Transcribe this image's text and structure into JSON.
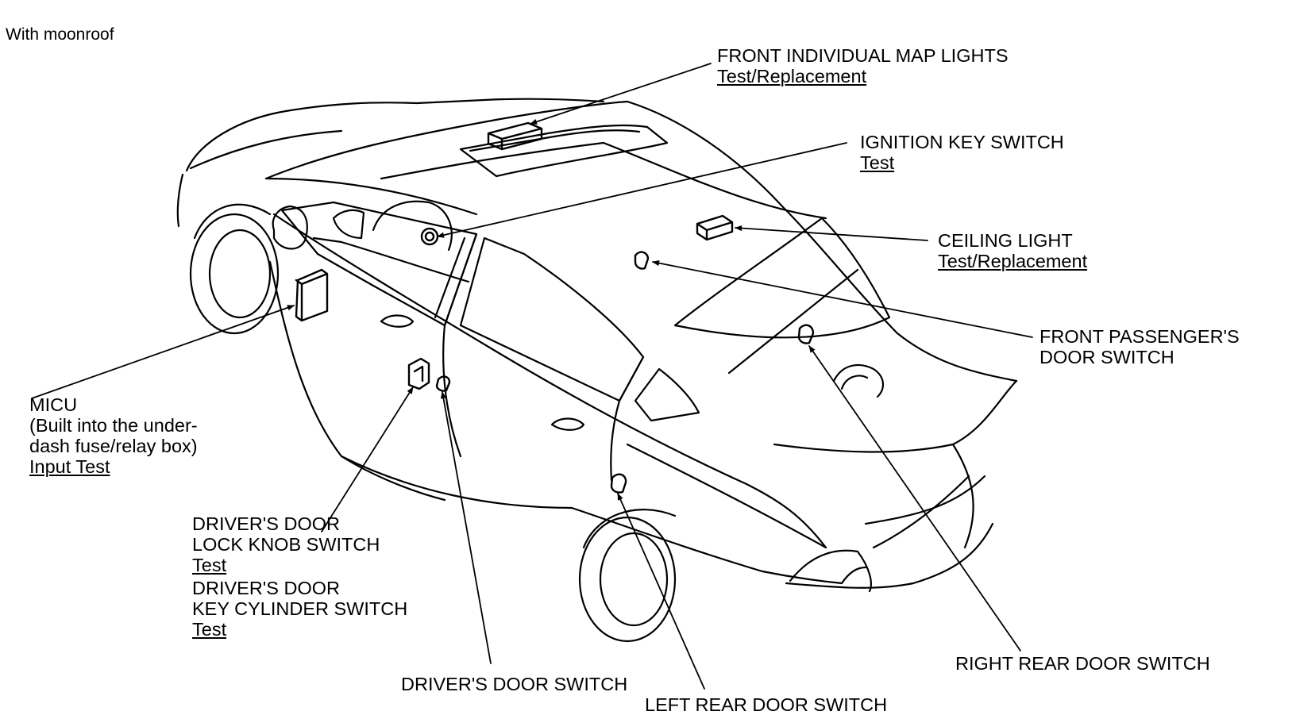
{
  "caption": "With moonroof",
  "callouts": {
    "map_lights": {
      "title": "FRONT INDIVIDUAL MAP LIGHTS",
      "link": "Test/Replacement"
    },
    "ignition": {
      "title": "IGNITION KEY SWITCH",
      "link": "Test"
    },
    "ceiling": {
      "title": "CEILING LIGHT",
      "link": "Test/Replacement"
    },
    "front_passenger": {
      "line1": "FRONT PASSENGER'S",
      "line2": "DOOR SWITCH"
    },
    "micu": {
      "title": "MICU",
      "line2": "(Built into the under-",
      "line3": "dash fuse/relay box)",
      "link": "Input Test"
    },
    "driver_lock_knob": {
      "line1": "DRIVER'S DOOR",
      "line2": "LOCK KNOB SWITCH",
      "link": "Test"
    },
    "driver_key_cyl": {
      "line1": "DRIVER'S DOOR",
      "line2": "KEY CYLINDER SWITCH",
      "link": "Test"
    },
    "driver_door": {
      "title": "DRIVER'S DOOR SWITCH"
    },
    "left_rear": {
      "title": "LEFT REAR DOOR SWITCH"
    },
    "right_rear": {
      "title": "RIGHT REAR DOOR SWITCH"
    }
  },
  "colors": {
    "ink": "#000000",
    "paper": "#ffffff"
  }
}
